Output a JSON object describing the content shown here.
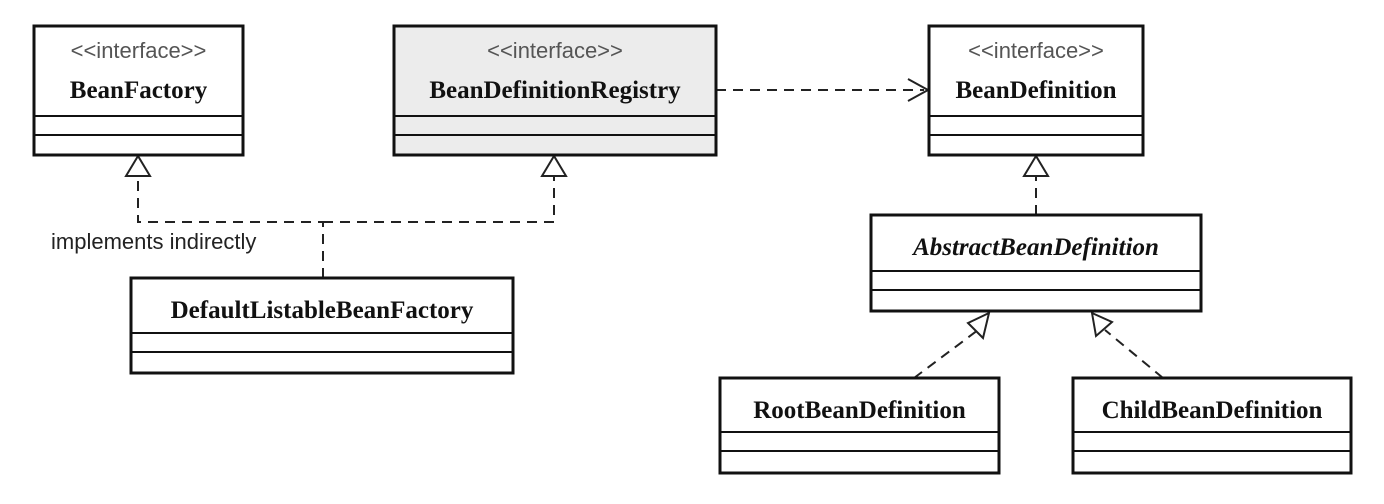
{
  "classes": {
    "bean_factory": {
      "stereotype": "<<interface>>",
      "name": "BeanFactory"
    },
    "bean_definition_registry": {
      "stereotype": "<<interface>>",
      "name": "BeanDefinitionRegistry"
    },
    "bean_definition": {
      "stereotype": "<<interface>>",
      "name": "BeanDefinition"
    },
    "abstract_bean_definition": {
      "name": "AbstractBeanDefinition"
    },
    "default_listable_bean_factory": {
      "name": "DefaultListableBeanFactory"
    },
    "root_bean_definition": {
      "name": "RootBeanDefinition"
    },
    "child_bean_definition": {
      "name": "ChildBeanDefinition"
    }
  },
  "annotations": {
    "implements_indirectly": "implements indirectly"
  },
  "colors": {
    "shaded_box_fill": "#ececec",
    "line": "#222222"
  }
}
